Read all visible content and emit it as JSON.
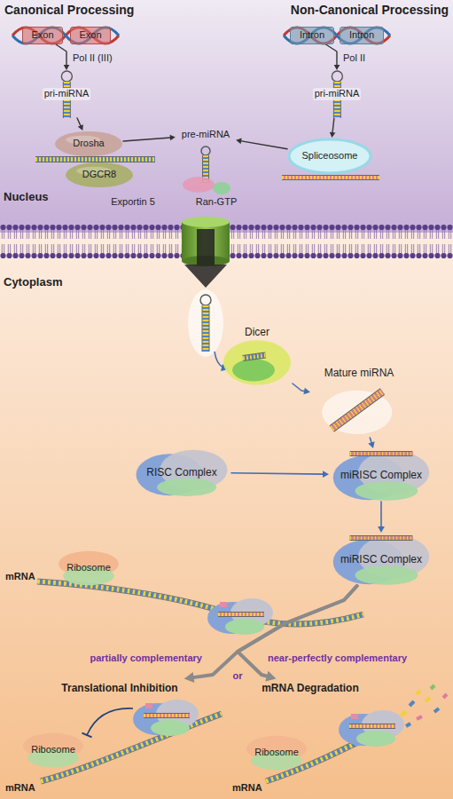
{
  "diagram": {
    "nodes": [
      {
        "text": [
          "Exon"
        ]
      },
      {
        "text": [
          "Exon"
        ]
      },
      {
        "text": [
          "Intron"
        ]
      },
      {
        "text": [
          "Intron"
        ]
      },
      {
        "text": [
          "pri-miRNA"
        ]
      },
      {
        "text": [
          "pri-miRNA"
        ]
      },
      {
        "text": [
          "Drosha"
        ]
      },
      {
        "text": [
          "DGCR8"
        ]
      },
      {
        "text": [
          "Spliceosome"
        ]
      },
      {
        "text": [
          "pre-miRNA"
        ]
      },
      {
        "text": [
          "Dicer"
        ]
      },
      {
        "text": [
          "Mature miRNA"
        ]
      },
      {
        "text": [
          "RISC Complex"
        ]
      },
      {
        "text": [
          "miRISC Complex"
        ]
      },
      {
        "text": [
          "miRISC Complex"
        ]
      },
      {
        "text": [
          "Ribosome"
        ]
      },
      {
        "text": [
          "Translational Inhibition"
        ]
      },
      {
        "text": [
          "mRNA Degradation"
        ]
      },
      {
        "text": [
          "Ribosome"
        ]
      },
      {
        "text": [
          "Ribosome"
        ]
      }
    ],
    "edges": [
      {
        "from": 0,
        "to": 4,
        "label": "Pol II (III)",
        "arrow": "to"
      },
      {
        "from": 2,
        "to": 5,
        "label": "Pol II",
        "arrow": "to"
      },
      {
        "from": 4,
        "to": 6,
        "arrow": "to"
      },
      {
        "from": 6,
        "to": 9,
        "arrow": "to"
      },
      {
        "from": 5,
        "to": 8,
        "arrow": "to"
      },
      {
        "from": 8,
        "to": 9,
        "arrow": "to"
      },
      {
        "from": 10,
        "to": 11,
        "arrow": "to"
      },
      {
        "from": 11,
        "to": 13,
        "arrow": "to"
      },
      {
        "from": 12,
        "to": 13,
        "arrow": "to"
      },
      {
        "from": 13,
        "to": 14,
        "arrow": "to"
      },
      {
        "from": 14,
        "to": 16,
        "label": "partially complementary",
        "arrow": "to"
      },
      {
        "from": 14,
        "to": 17,
        "label": "near-perfectly complementary",
        "arrow": "to"
      }
    ],
    "labels": [
      "Canonical Processing",
      "Non-Canonical Processing",
      "Exportin 5",
      "Ran-GTP",
      "Nucleus",
      "Cytoplasm",
      "mRNA",
      "or",
      "mRNA",
      "mRNA"
    ]
  }
}
